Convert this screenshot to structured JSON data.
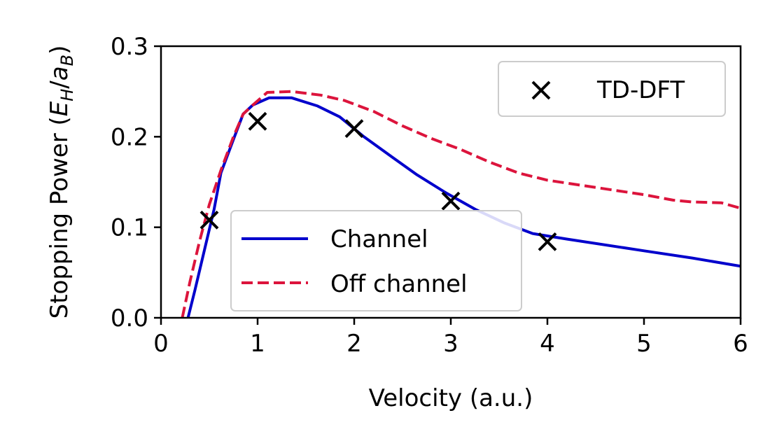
{
  "chart_data": {
    "type": "line",
    "xlabel": "Velocity (a.u.)",
    "ylabel": "Stopping Power (E_H/a_B)",
    "ylabel_parts": {
      "prefix": "Stopping Power (",
      "e": "E",
      "h_sub": "H",
      "slash": "/",
      "a": "a",
      "b_sub": "B",
      "suffix": ")"
    },
    "xlim": [
      0,
      6
    ],
    "ylim": [
      0,
      0.3
    ],
    "xticks": [
      0,
      1,
      2,
      3,
      4,
      5,
      6
    ],
    "xtick_labels": [
      "0",
      "1",
      "2",
      "3",
      "4",
      "5",
      "6"
    ],
    "yticks": [
      0.0,
      0.1,
      0.2,
      0.3
    ],
    "ytick_labels": [
      "0.0",
      "0.1",
      "0.2",
      "0.3"
    ],
    "grid": false,
    "series": [
      {
        "name": "Channel",
        "style": "solid",
        "color": "#0000cc",
        "x": [
          0.28,
          0.35,
          0.45,
          0.55,
          0.62,
          0.75,
          0.85,
          0.95,
          1.12,
          1.35,
          1.62,
          1.85,
          2.1,
          2.4,
          2.65,
          2.95,
          3.25,
          3.55,
          3.85,
          4.2,
          5.0,
          5.5,
          6.0
        ],
        "y": [
          0.0,
          0.03,
          0.075,
          0.12,
          0.16,
          0.197,
          0.225,
          0.235,
          0.243,
          0.243,
          0.234,
          0.222,
          0.2,
          0.177,
          0.158,
          0.138,
          0.12,
          0.105,
          0.093,
          0.087,
          0.074,
          0.066,
          0.057
        ]
      },
      {
        "name": "Off channel",
        "style": "dashed",
        "color": "#dc143c",
        "x": [
          0.22,
          0.3,
          0.4,
          0.5,
          0.62,
          0.75,
          0.85,
          0.95,
          1.1,
          1.35,
          1.65,
          1.9,
          2.2,
          2.5,
          2.8,
          3.1,
          3.4,
          3.7,
          4.0,
          4.5,
          5.0,
          5.3,
          5.5,
          5.8,
          6.0
        ],
        "y": [
          0.0,
          0.04,
          0.085,
          0.125,
          0.163,
          0.2,
          0.225,
          0.235,
          0.249,
          0.25,
          0.246,
          0.24,
          0.228,
          0.212,
          0.198,
          0.186,
          0.172,
          0.16,
          0.152,
          0.144,
          0.136,
          0.13,
          0.128,
          0.127,
          0.121
        ]
      },
      {
        "name": "TD-DFT",
        "style": "marker-x",
        "color": "#000000",
        "x": [
          0.5,
          1.0,
          2.0,
          3.0,
          4.0
        ],
        "y": [
          0.108,
          0.217,
          0.209,
          0.129,
          0.084
        ]
      }
    ],
    "legends": [
      {
        "position": "top-right",
        "entries": [
          "TD-DFT"
        ]
      },
      {
        "position": "lower-center-left",
        "entries": [
          "Channel",
          "Off channel"
        ]
      }
    ]
  }
}
